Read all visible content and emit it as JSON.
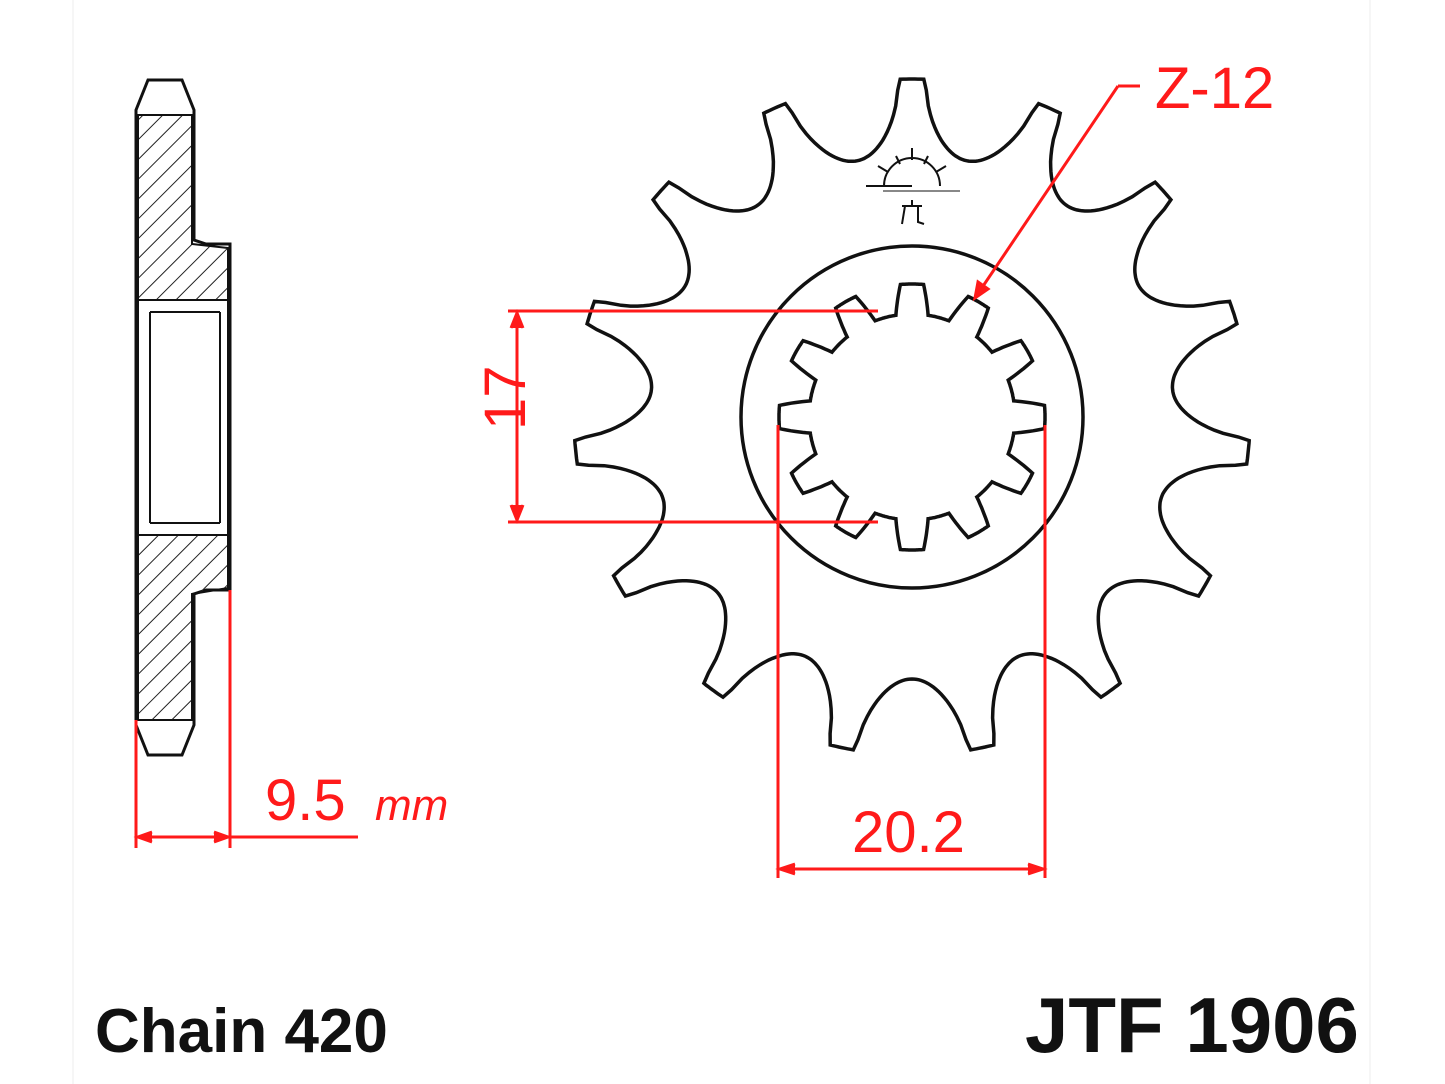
{
  "labels": {
    "tooth_code": "Z-12",
    "spline_width": "17",
    "thickness_value": "9.5",
    "thickness_unit": "mm",
    "spline_diameter": "20.2",
    "chain": "Chain 420",
    "part_number": "JTF 1906"
  },
  "colors": {
    "dimension": "#ff1a1a",
    "outline": "#111111"
  }
}
